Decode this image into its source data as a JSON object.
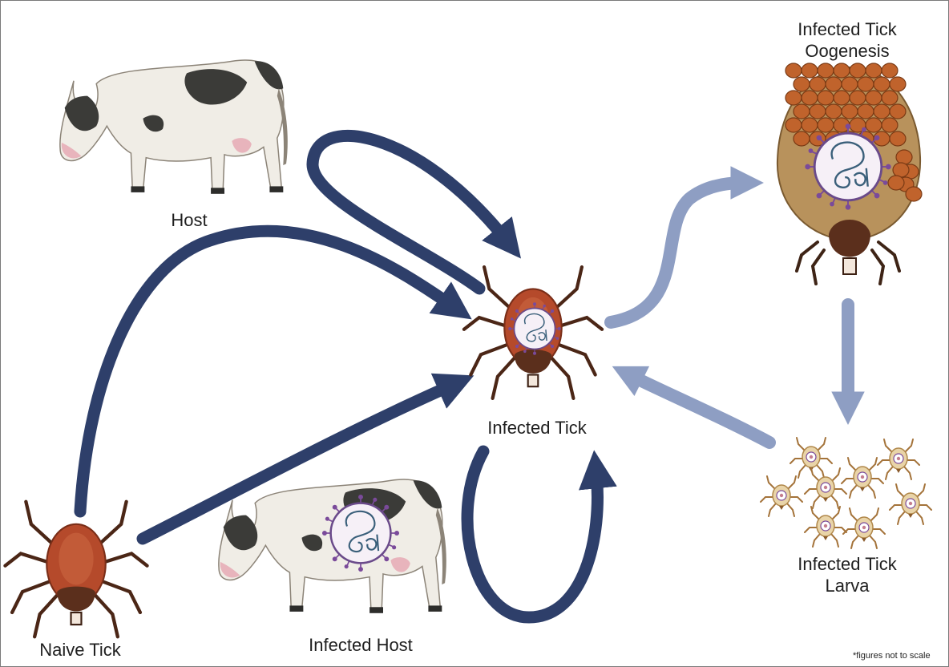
{
  "labels": {
    "host": "Host",
    "infected_tick": "Infected Tick",
    "oogenesis_line1": "Infected Tick",
    "oogenesis_line2": "Oogenesis",
    "larva_line1": "Infected Tick",
    "larva_line2": "Larva",
    "naive_tick": "Naive Tick",
    "infected_host": "Infected Host"
  },
  "footnote": "*figures not to scale",
  "colors": {
    "dark_arrow": "#2e3f6a",
    "light_arrow": "#8e9ec3",
    "tick_body": "#b54a2b",
    "tick_head": "#5b2f1c",
    "cow_white": "#f0ede6",
    "cow_spot": "#3b3b38",
    "pathogen_ring": "#7a4a9a"
  },
  "icons": [
    "cow-icon",
    "tick-icon",
    "engorged-tick-icon",
    "larva-icon",
    "pathogen-icon"
  ]
}
